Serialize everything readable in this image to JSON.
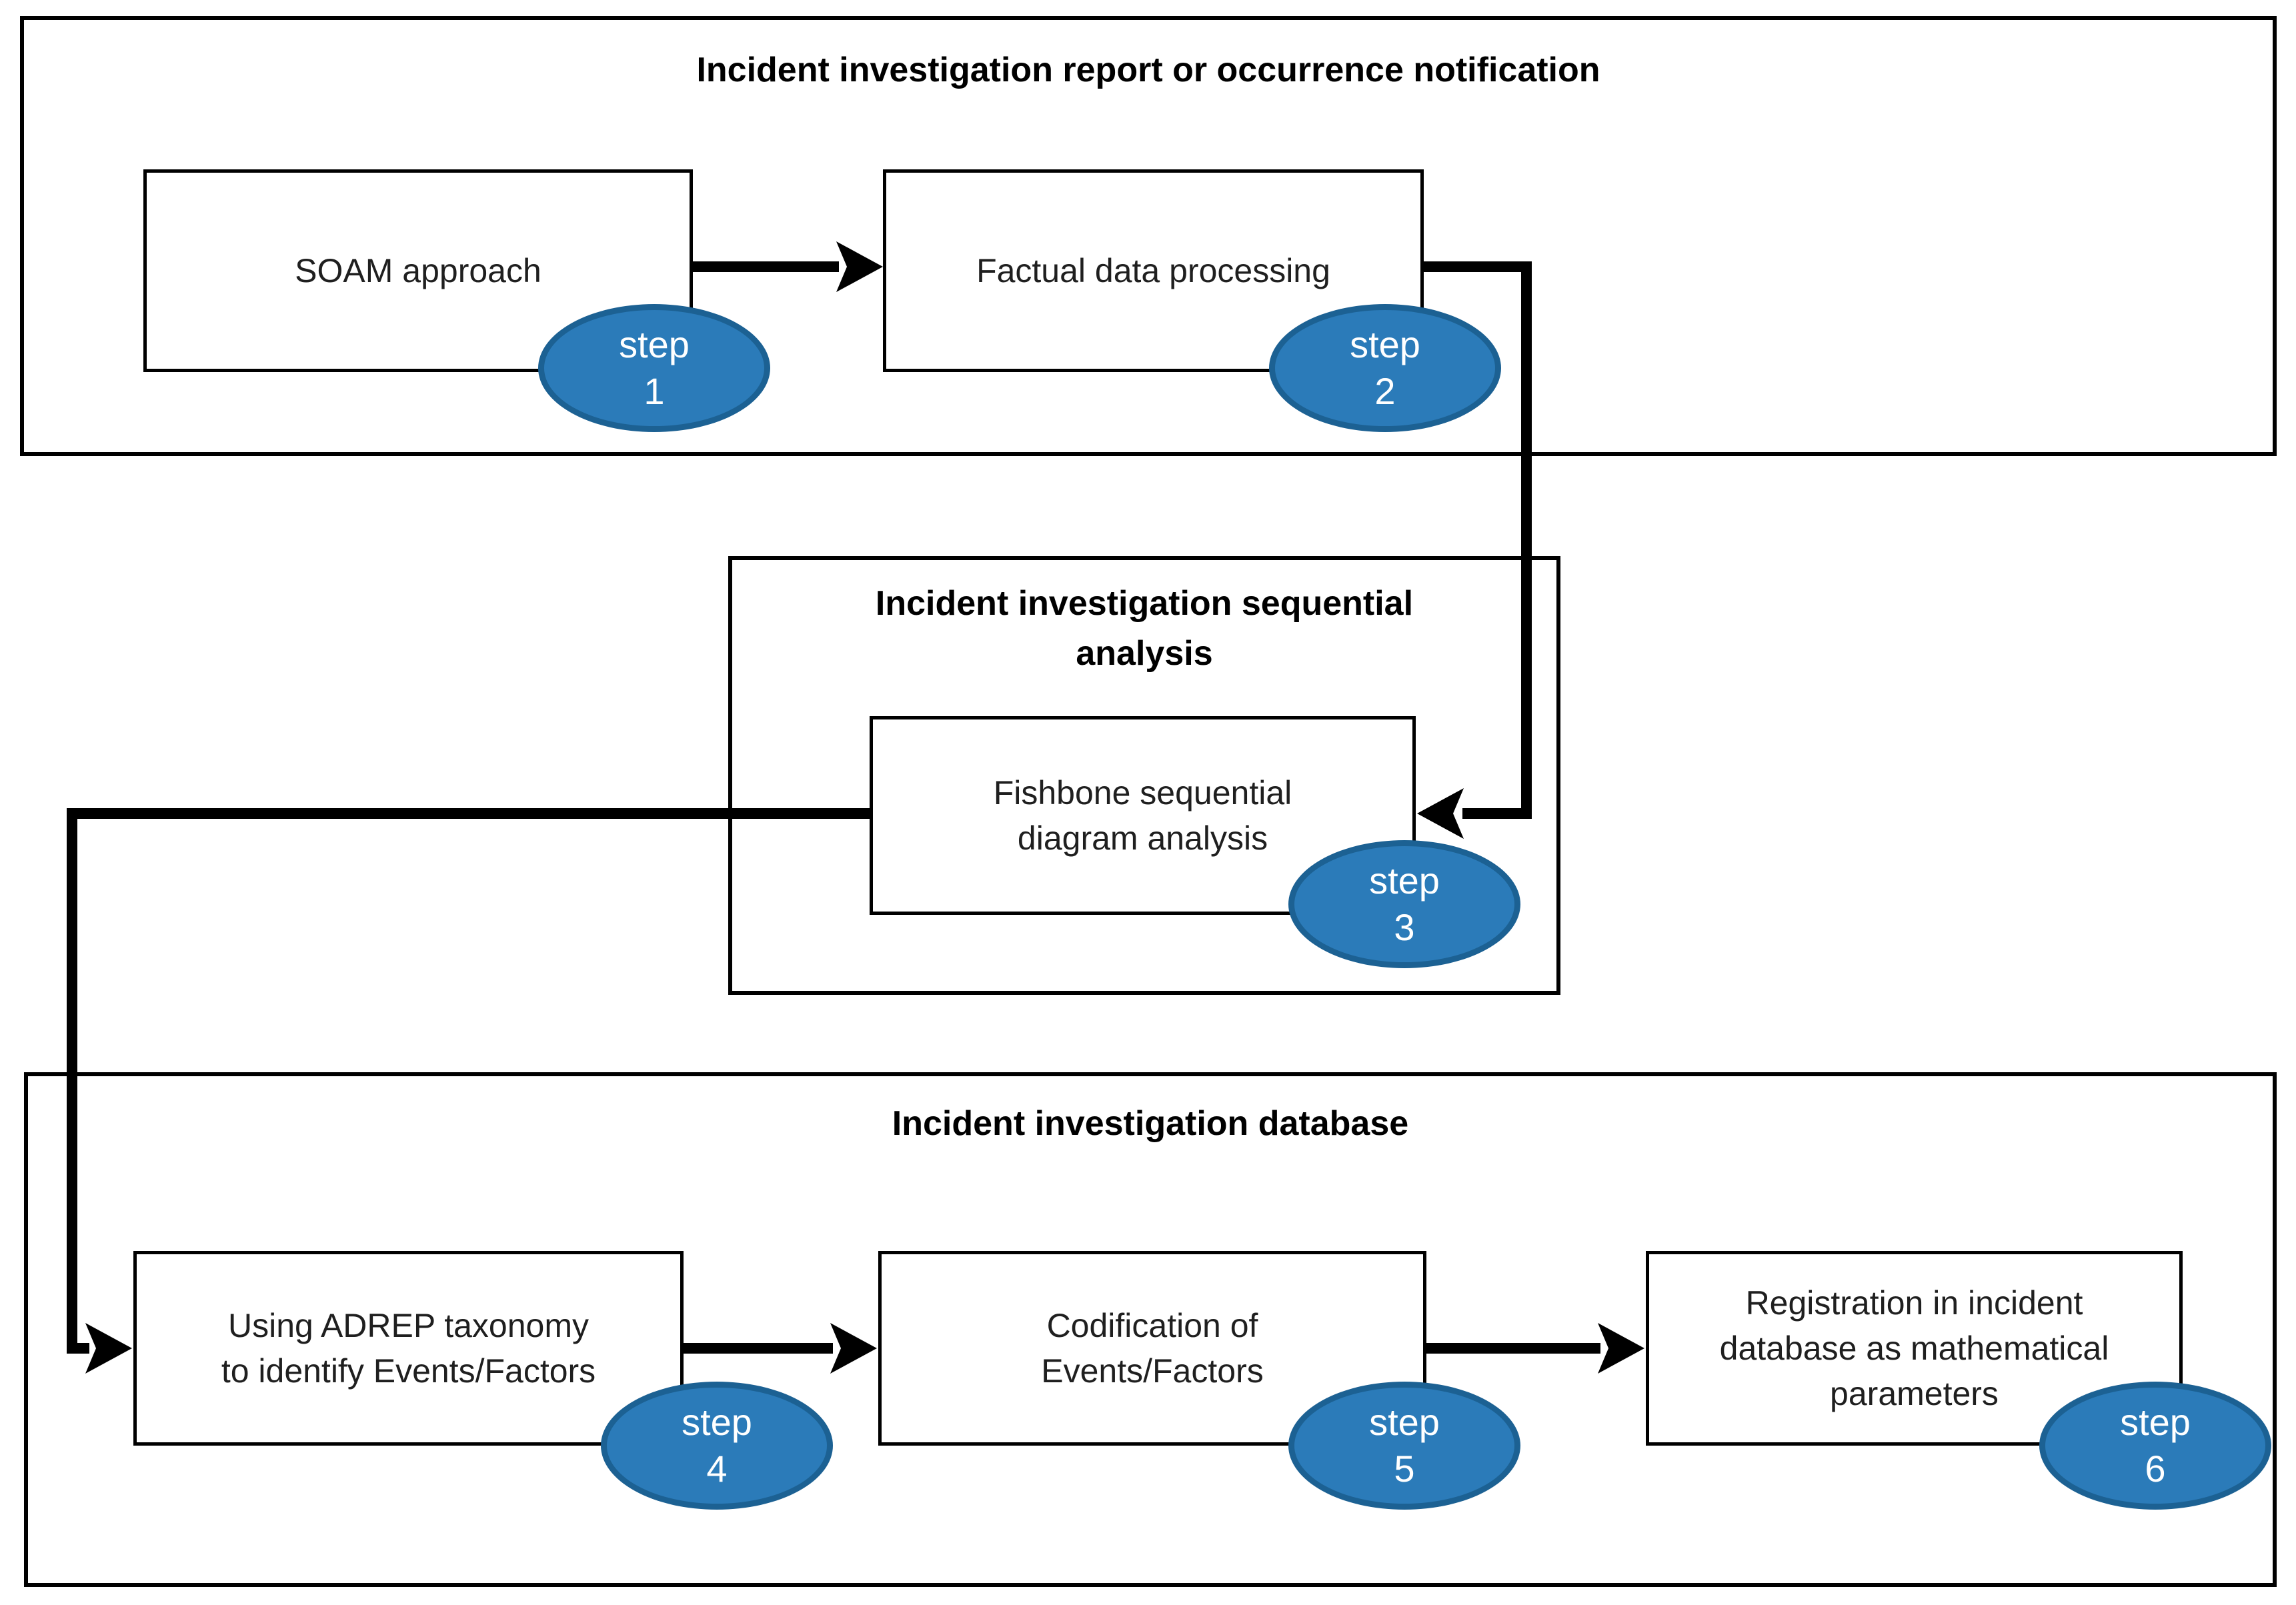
{
  "diagram": {
    "containers": [
      {
        "title": "Incident investigation report or occurrence notification",
        "boxes": [
          {
            "label": "SOAM approach",
            "step_word": "step",
            "step_number": "1"
          },
          {
            "label": "Factual data processing",
            "step_word": "step",
            "step_number": "2"
          }
        ]
      },
      {
        "title": "Incident investigation sequential\nanalysis",
        "boxes": [
          {
            "label": "Fishbone sequential\ndiagram analysis",
            "step_word": "step",
            "step_number": "3"
          }
        ]
      },
      {
        "title": "Incident investigation database",
        "boxes": [
          {
            "label": "Using ADREP taxonomy\nto identify Events/Factors",
            "step_word": "step",
            "step_number": "4"
          },
          {
            "label": "Codification of\nEvents/Factors",
            "step_word": "step",
            "step_number": "5"
          },
          {
            "label": "Registration in incident\ndatabase as mathematical\nparameters",
            "step_word": "step",
            "step_number": "6"
          }
        ]
      }
    ],
    "colors": {
      "step_fill": "#2B7BB9",
      "step_border": "#1C6193",
      "step_text": "#FFFFFF",
      "line": "#000000",
      "border": "#000000",
      "text": "#1F1F1F",
      "bg": "#FFFFFF"
    }
  }
}
